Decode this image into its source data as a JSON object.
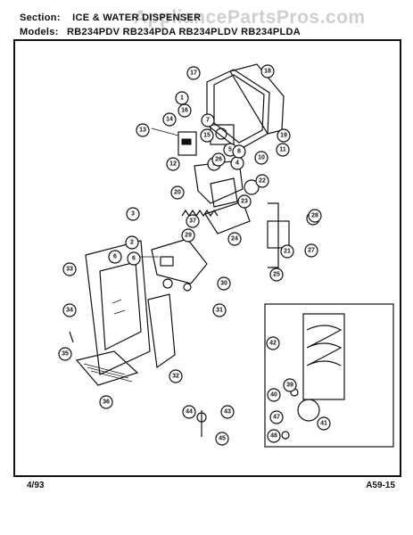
{
  "header": {
    "section_label": "Section:",
    "section_title": "ICE & WATER DISPENSER",
    "models_label": "Models:",
    "models": "RB234PDV RB234PDA RB234PLDV RB234PLDA"
  },
  "watermark": "AppliancePartsPros.com",
  "footer": {
    "date": "4/93",
    "page_code": "A59-15"
  },
  "callouts": [
    "18",
    "17",
    "1",
    "16",
    "7",
    "19",
    "15",
    "11",
    "14",
    "13",
    "12",
    "5",
    "4",
    "20",
    "28",
    "37",
    "23",
    "24",
    "22",
    "29",
    "3",
    "2",
    "6",
    "6",
    "30",
    "31",
    "33",
    "34",
    "35",
    "36",
    "32",
    "42",
    "28",
    "27",
    "21",
    "25",
    "40",
    "39",
    "41",
    "47",
    "48",
    "44",
    "43",
    "45",
    "10",
    "8",
    "9",
    "26"
  ]
}
